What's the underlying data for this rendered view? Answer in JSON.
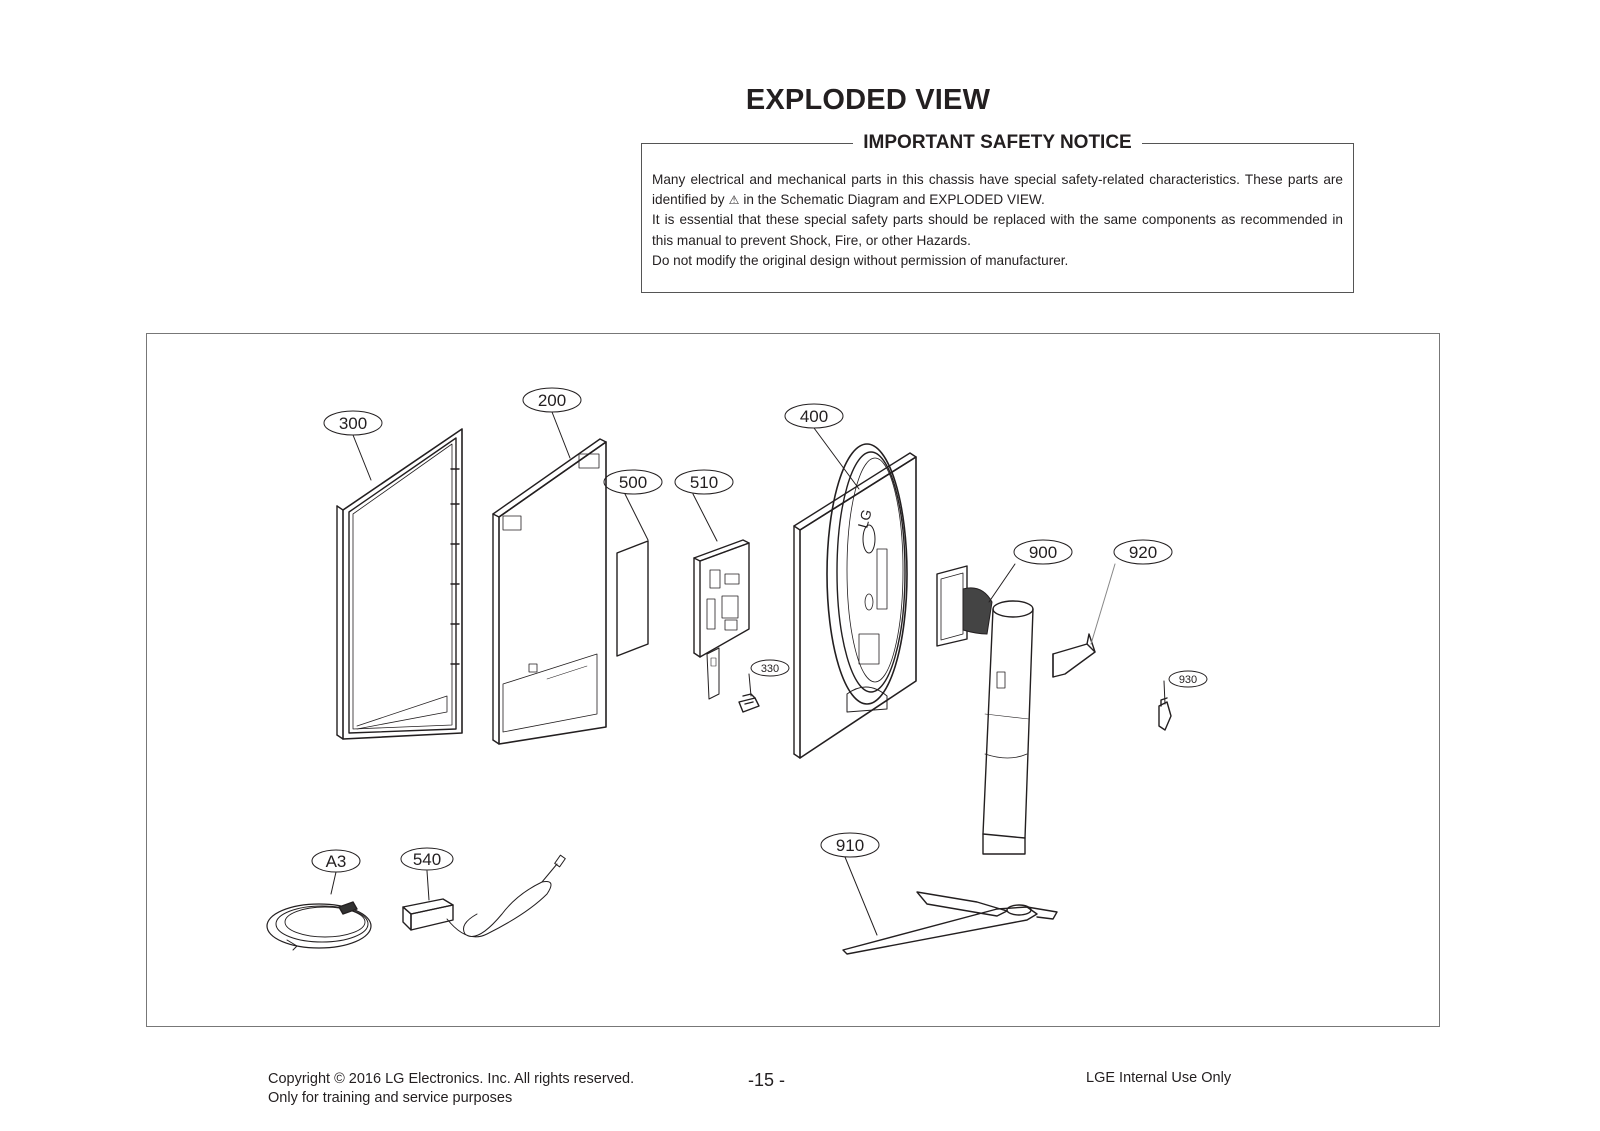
{
  "title": "EXPLODED VIEW",
  "notice": {
    "heading": "IMPORTANT SAFETY NOTICE",
    "line1": "Many electrical and mechanical parts in this chassis have special safety-related characteristics. These parts are identified by",
    "symbol": "⚠",
    "line1_end": "in the Schematic Diagram and EXPLODED VIEW.",
    "line2": "It is essential that these special safety parts should be replaced with the same components as recommended in this manual to prevent Shock, Fire, or other Hazards.",
    "line3": "Do not modify the original design without permission of manufacturer."
  },
  "callouts": {
    "c300": "300",
    "c200": "200",
    "c400": "400",
    "c500": "500",
    "c510": "510",
    "c900": "900",
    "c920": "920",
    "c330": "330",
    "c930": "930",
    "c910": "910",
    "cA3": "A3",
    "c540": "540"
  },
  "footer": {
    "copyright": "Copyright  © 2016  LG Electronics. Inc. All rights reserved.",
    "training": "Only for training and service purposes",
    "page": "-15 -",
    "internal": "LGE Internal Use Only"
  }
}
